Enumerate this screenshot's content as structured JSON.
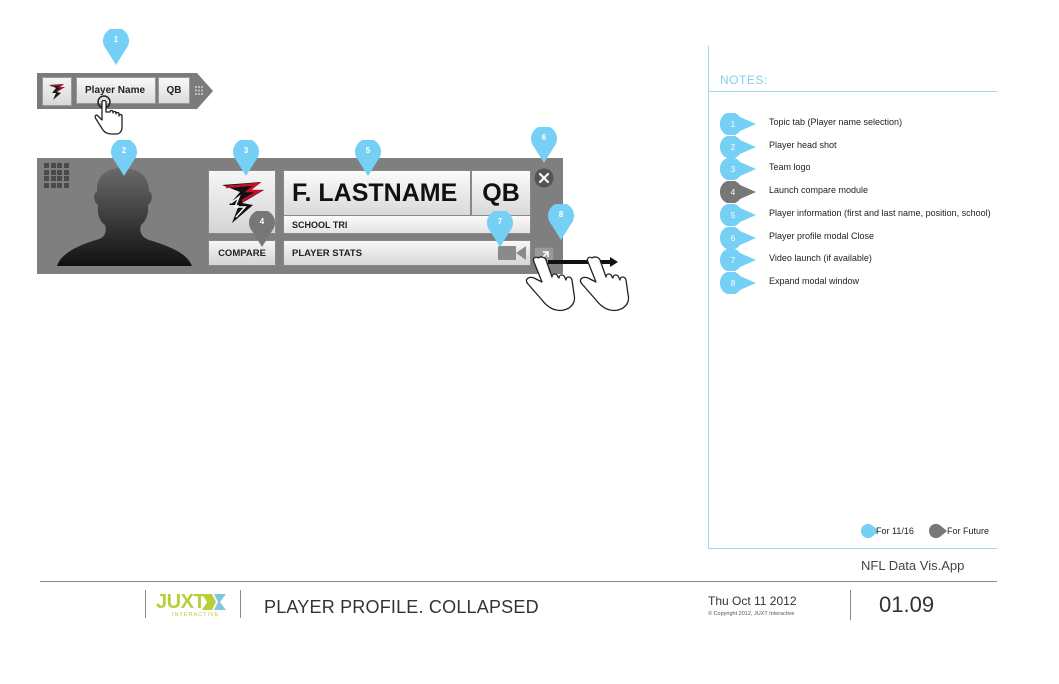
{
  "topic_tab": {
    "player_name": "Player Name",
    "position": "QB"
  },
  "profile": {
    "name": "F. LASTNAME",
    "position": "QB",
    "school": "SCHOOL TRI",
    "compare_label": "COMPARE",
    "stats_label": "PLAYER STATS"
  },
  "markers": {
    "m1": "1",
    "m2": "2",
    "m3": "3",
    "m4": "4",
    "m5": "5",
    "m6": "6",
    "m7": "7",
    "m8": "8"
  },
  "notes": {
    "title": "NOTES:",
    "items": [
      {
        "num": "1",
        "text": "Topic tab (Player name selection)",
        "status": "current"
      },
      {
        "num": "2",
        "text": "Player head shot",
        "status": "current"
      },
      {
        "num": "3",
        "text": "Team logo",
        "status": "current"
      },
      {
        "num": "4",
        "text": "Launch compare module",
        "status": "future"
      },
      {
        "num": "5",
        "text": "Player information (first and last name, position, school)",
        "status": "current"
      },
      {
        "num": "6",
        "text": "Player profile modal Close",
        "status": "current"
      },
      {
        "num": "7",
        "text": "Video launch (if available)",
        "status": "current"
      },
      {
        "num": "8",
        "text": "Expand modal window",
        "status": "current"
      }
    ],
    "legend": {
      "current": "For 11/16",
      "future": "For Future"
    }
  },
  "footer": {
    "app_name": "NFL Data Vis.App",
    "logo_text": "JUXT",
    "logo_sub": "INTERACTIVE",
    "page_title": "PLAYER PROFILE. COLLAPSED",
    "date": "Thu Oct 11 2012",
    "copyright": "© Copyright 2012, JUXT Interactive",
    "page_number": "01.09"
  },
  "colors": {
    "marker_current": "#76d0f5",
    "marker_future": "#777777",
    "panel_bg": "#7f7f7f",
    "notes_accent": "#9fd8ee",
    "logo_green": "#b9cf3a"
  }
}
